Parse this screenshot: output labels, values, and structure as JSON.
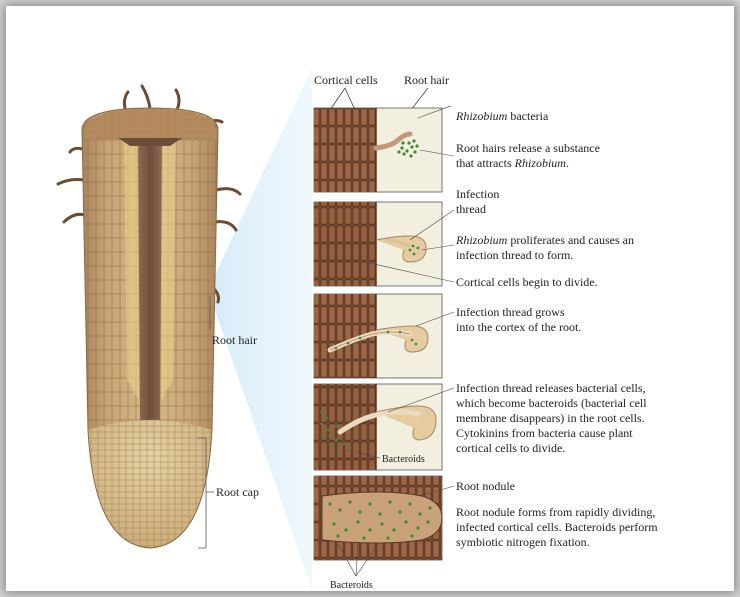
{
  "labels": {
    "cortical_cells": "Cortical cells",
    "root_hair_top": "Root hair",
    "root_hair_side": "Root hair",
    "root_cap": "Root cap",
    "bacteroids_panel4": "Bacteroids",
    "bacteroids_bottom": "Bacteroids"
  },
  "steps": [
    {
      "callouts": [
        {
          "italic": "Rhizobium",
          "rest": " bacteria"
        }
      ],
      "desc_lines": [
        {
          "text": "Root hairs release a substance"
        },
        {
          "text": "that attracts ",
          "italic": "Rhizobium",
          "after": "."
        }
      ]
    },
    {
      "callouts": [
        {
          "rest": "Infection"
        },
        {
          "rest": "thread"
        }
      ],
      "desc_lines": [
        {
          "text": "",
          "italic": "Rhizobium",
          "after": " proliferates and causes an"
        },
        {
          "text": "infection thread to form."
        }
      ],
      "extra": "Cortical cells begin to divide."
    },
    {
      "desc_lines": [
        {
          "text": "Infection thread grows"
        },
        {
          "text": "into the cortex of the root."
        }
      ]
    },
    {
      "desc_lines": [
        {
          "text": "Infection thread releases bacterial cells,"
        },
        {
          "text": "which become bacteroids (bacterial cell"
        },
        {
          "text": "membrane disappears) in the root cells."
        },
        {
          "text": "Cytokinins from bacteria cause plant"
        },
        {
          "text": "cortical cells to divide."
        }
      ]
    },
    {
      "callouts": [
        {
          "rest": "Root nodule"
        }
      ],
      "desc_lines": [
        {
          "text": "Root nodule forms from rapidly dividing,"
        },
        {
          "text": "infected cortical cells. Bacteroids perform"
        },
        {
          "text": "symbiotic nitrogen fixation."
        }
      ]
    }
  ],
  "colors": {
    "cortex_brown": "#8a5a3c",
    "cell_wall": "#5a3522",
    "panel_bg": "#f3efdf",
    "bacteria_green": "#3f8a3a",
    "root_tan": "#c9a476",
    "stele_brown": "#7a5a4a",
    "cap_tan": "#d8c08e",
    "highlight_blue": "#d6ecf8"
  }
}
